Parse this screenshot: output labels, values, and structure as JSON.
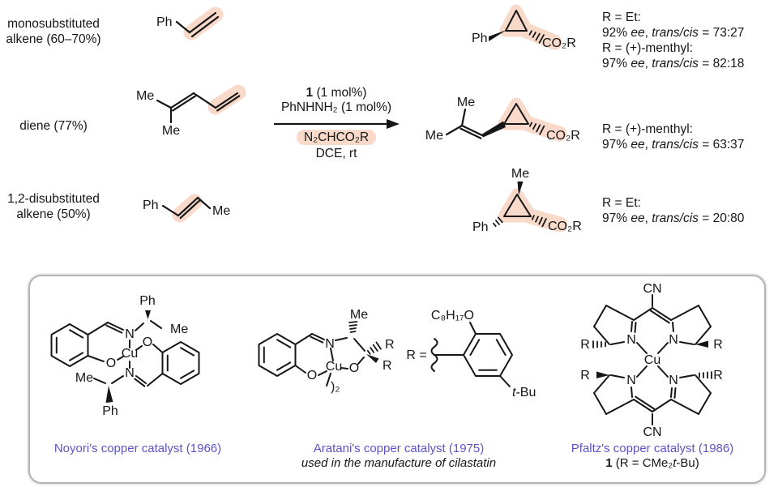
{
  "colors": {
    "highlight": "#f9d9c9",
    "caption_blue": "#5a54c8",
    "ink": "#161616",
    "box_border": "#b3b3b3"
  },
  "rows": [
    {
      "label1": "monosubstituted",
      "label2": "alkene (60–70%)",
      "results": [
        "R = Et:",
        [
          "92% ",
          {
            "t": "ee",
            "s": "i"
          },
          ", ",
          {
            "t": "trans/cis",
            "s": "i"
          },
          " = 73:27"
        ],
        "R = (+)-menthyl:",
        [
          "97% ",
          {
            "t": "ee",
            "s": "i"
          },
          ", ",
          {
            "t": "trans/cis",
            "s": "i"
          },
          " = 82:18"
        ]
      ]
    },
    {
      "label1": "diene (77%)",
      "label2": "",
      "results": [
        "R = (+)-menthyl:",
        [
          "97% ",
          {
            "t": "ee",
            "s": "i"
          },
          ", ",
          {
            "t": "trans/cis",
            "s": "i"
          },
          " = 63:37"
        ]
      ]
    },
    {
      "label1": "1,2-disubstituted",
      "label2": "alkene (50%)",
      "results": [
        "R = Et:",
        [
          "97% ",
          {
            "t": "ee",
            "s": "i"
          },
          ", ",
          {
            "t": "trans/cis",
            "s": "i"
          },
          " = 20:80"
        ]
      ]
    }
  ],
  "conditions": {
    "line1": [
      {
        "t": "1",
        "s": "b"
      },
      " (1 mol%)"
    ],
    "line2": "PhNHNH₂ (1 mol%)",
    "reagent": "N₂CHCO₂R",
    "solvent": "DCE, rt"
  },
  "structures": {
    "styrene": {
      "ph": "Ph"
    },
    "product1": {
      "ph": "Ph",
      "ester": "CO₂R"
    },
    "diene": {
      "me_top": "Me",
      "me_bottom": "Me"
    },
    "product2": {
      "me_top": "Me",
      "me_left": "Me",
      "ester": "CO₂R"
    },
    "alkene12": {
      "ph": "Ph",
      "me": "Me"
    },
    "product3": {
      "me": "Me",
      "ph": "Ph",
      "ester": "CO₂R"
    }
  },
  "catalysts": {
    "noyori": {
      "caption": "Noyori's copper catalyst (1966)",
      "atoms": {
        "ph_top": "Ph",
        "me_top": "Me",
        "n_top": "N",
        "o_left": "O",
        "cu": "Cu",
        "o_right": "O",
        "n_bottom": "N",
        "me_bottom": "Me",
        "ph_bottom": "Ph"
      }
    },
    "aratani": {
      "caption": "Aratani's copper catalyst (1975)",
      "subcaption": "used in the manufacture of cilastatin",
      "atoms": {
        "me": "Me",
        "n": "N",
        "cu": "Cu",
        "o_left": "O",
        "o_right": "O",
        "r_upper": "R",
        "r_lower": "R",
        "dimer": ")₂",
        "r_equals": "R =",
        "alkoxy": "C₈H₁₇O",
        "tbu": [
          {
            "t": "t",
            "s": "i"
          },
          "-Bu"
        ]
      }
    },
    "pfaltz": {
      "caption": "Pfaltz's copper catalyst (1986)",
      "formula": [
        {
          "t": "1",
          "s": "b"
        },
        " (R = CMe₂",
        {
          "t": "t",
          "s": "i"
        },
        "-Bu)"
      ],
      "atoms": {
        "cn_top": "CN",
        "cn_bottom": "CN",
        "cu": "Cu",
        "n": "N",
        "r": "R"
      }
    }
  }
}
